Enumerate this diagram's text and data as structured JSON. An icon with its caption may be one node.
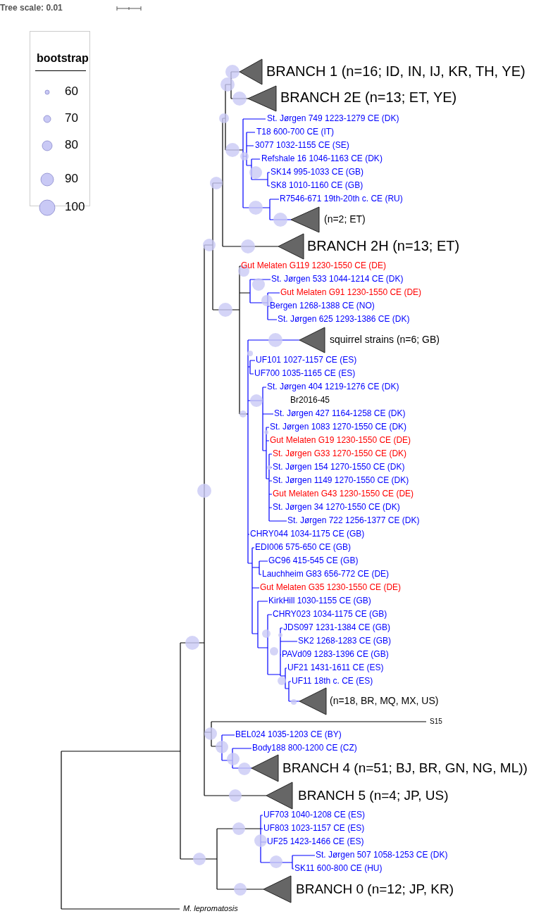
{
  "diagram": {
    "labels": [
      "Tree scale: 0.01",
      "bootstrap",
      "BRANCH 1 (n=16; ID, IN, IJ, KR, TH, YE)",
      "BRANCH 2E (n=13; ET, YE)",
      "St. Jørgen 749 1223-1279 CE (DK)",
      "T18 600-700 CE (IT)",
      "3077 1032-1155 CE (SE)",
      "Refshale 16 1046-1163 CE (DK)",
      "SK14 995-1033 CE (GB)",
      "SK8 1010-1160 CE (GB)",
      "R7546-671 19th-20th c. CE (RU)",
      "(n=2; ET)",
      "BRANCH 2H (n=13; ET)",
      "Gut Melaten G119 1230-1550 CE (DE)",
      "St. Jørgen 533 1044-1214 CE (DK)",
      "Gut Melaten G91 1230-1550 CE (DE)",
      "Bergen 1268-1388 CE (NO)",
      "St. Jørgen 625 1293-1386 CE (DK)",
      "squirrel strains (n=6; GB)",
      "UF101 1027-1157 CE (ES)",
      "UF700 1035-1165 CE (ES)",
      "St. Jørgen 404 1219-1276 CE (DK)",
      "Br2016-45",
      "St. Jørgen 427 1164-1258 CE (DK)",
      "St. Jørgen 1083 1270-1550 CE (DK)",
      "Gut Melaten G19 1230-1550 CE (DE)",
      "St. Jørgen G33 1270-1550 CE (DK)",
      "St. Jørgen 154 1270-1550 CE (DK)",
      "St. Jørgen 1149 1270-1550 CE (DK)",
      "Gut Melaten G43 1230-1550 CE (DE)",
      "St. Jørgen 34 1270-1550 CE (DK)",
      "St. Jørgen 722 1256-1377 CE (DK)",
      "CHRY044 1034-1175 CE (GB)",
      "EDI006 575-650 CE (GB)",
      "GC96 415-545 CE (GB)",
      "Lauchheim G83 656-772 CE (DE)",
      "Gut Melaten G35 1230-1550 CE (DE)",
      "KirkHill 1030-1155 CE (GB)",
      "CHRY023 1034-1175 CE (GB)",
      "JDS097 1231-1384 CE (GB)",
      "SK2 1268-1283 CE (GB)",
      "PAVd09 1283-1396 CE (GB)",
      "UF21 1431-1611 CE (ES)",
      "UF11 18th c. CE (ES)",
      "(n=18, BR, MQ, MX, US)",
      "S15",
      "BEL024 1035-1203 CE (BY)",
      "Body188 800-1200 CE (CZ)",
      "BRANCH 4 (n=51; BJ, BR, GN, NG, ML))",
      "BRANCH 5 (n=4; JP, US)",
      "UF703 1040-1208 CE (ES)",
      "UF803 1023-1157 CE (ES)",
      "UF25 1423-1466 CE (ES)",
      "St. Jørgen 507 1058-1253 CE (DK)",
      "SK11 600-800 CE (HU)",
      "BRANCH 0 (n=12; JP, KR)",
      "M. lepromatosis"
    ],
    "legend": [
      {
        "text": "60"
      },
      {
        "text": "70"
      },
      {
        "text": "80"
      },
      {
        "text": "90"
      },
      {
        "text": "100"
      }
    ]
  }
}
